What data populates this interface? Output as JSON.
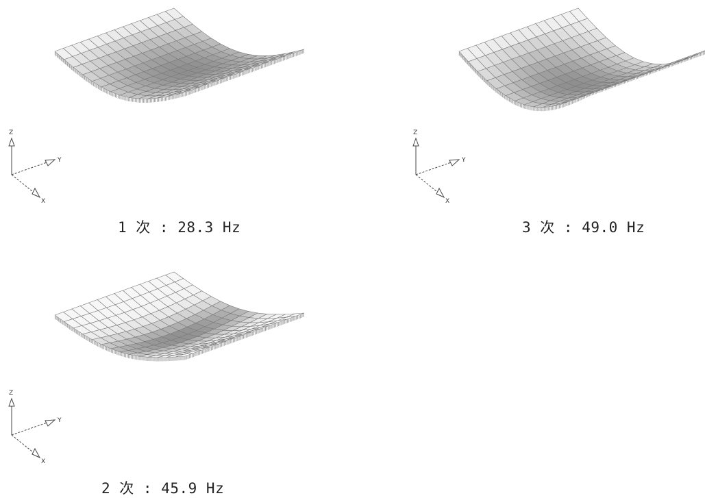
{
  "modes": [
    {
      "caption": "1 次 : 28.3 Hz",
      "pattern": "mode1"
    },
    {
      "caption": "3 次 : 49.0 Hz",
      "pattern": "mode3"
    },
    {
      "caption": "2 次 : 45.9 Hz",
      "pattern": "mode2"
    }
  ],
  "axes": {
    "z": "Z",
    "y": "Y",
    "x": "X"
  },
  "colors": {
    "line": "#7a7a7a",
    "edge": "#9a9a9a",
    "light": "#f7f7f7",
    "dark": "#8e8e8e",
    "text": "#222222"
  }
}
